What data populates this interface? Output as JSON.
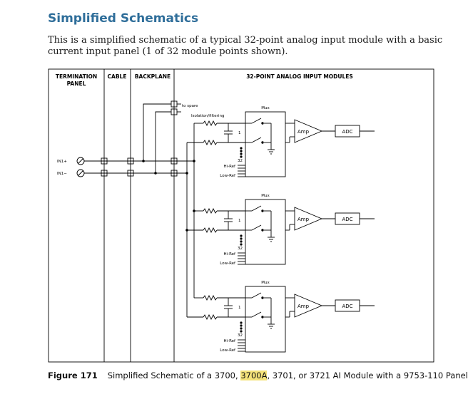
{
  "heading": "Simplified Schematics",
  "intro": "This is a simplified schematic of a typical 32-point analog input module with a basic current input panel (1 of 32 module points shown).",
  "diagram": {
    "columns": {
      "termination": "TERMINATION PANEL",
      "cable": "CABLE",
      "backplane": "BACKPLANE",
      "modules": "32-POINT ANALOG INPUT MODULES"
    },
    "to_spare": "to spare",
    "isolation": "Isolation/filtering",
    "inputs": [
      "IN1+",
      "IN1−"
    ],
    "mux_label": "Mux",
    "amp_label": "Amp",
    "adc_label": "ADC",
    "point_first": "1",
    "point_last": "32",
    "hi_ref": "Hi-Ref",
    "low_ref": "Low-Ref"
  },
  "caption": {
    "figure": "Figure 171",
    "before": "Simplified Schematic of a 3700, ",
    "highlight": "3700A",
    "after": ", 3701, or 3721 AI Module with a 9753-110 Panel"
  }
}
